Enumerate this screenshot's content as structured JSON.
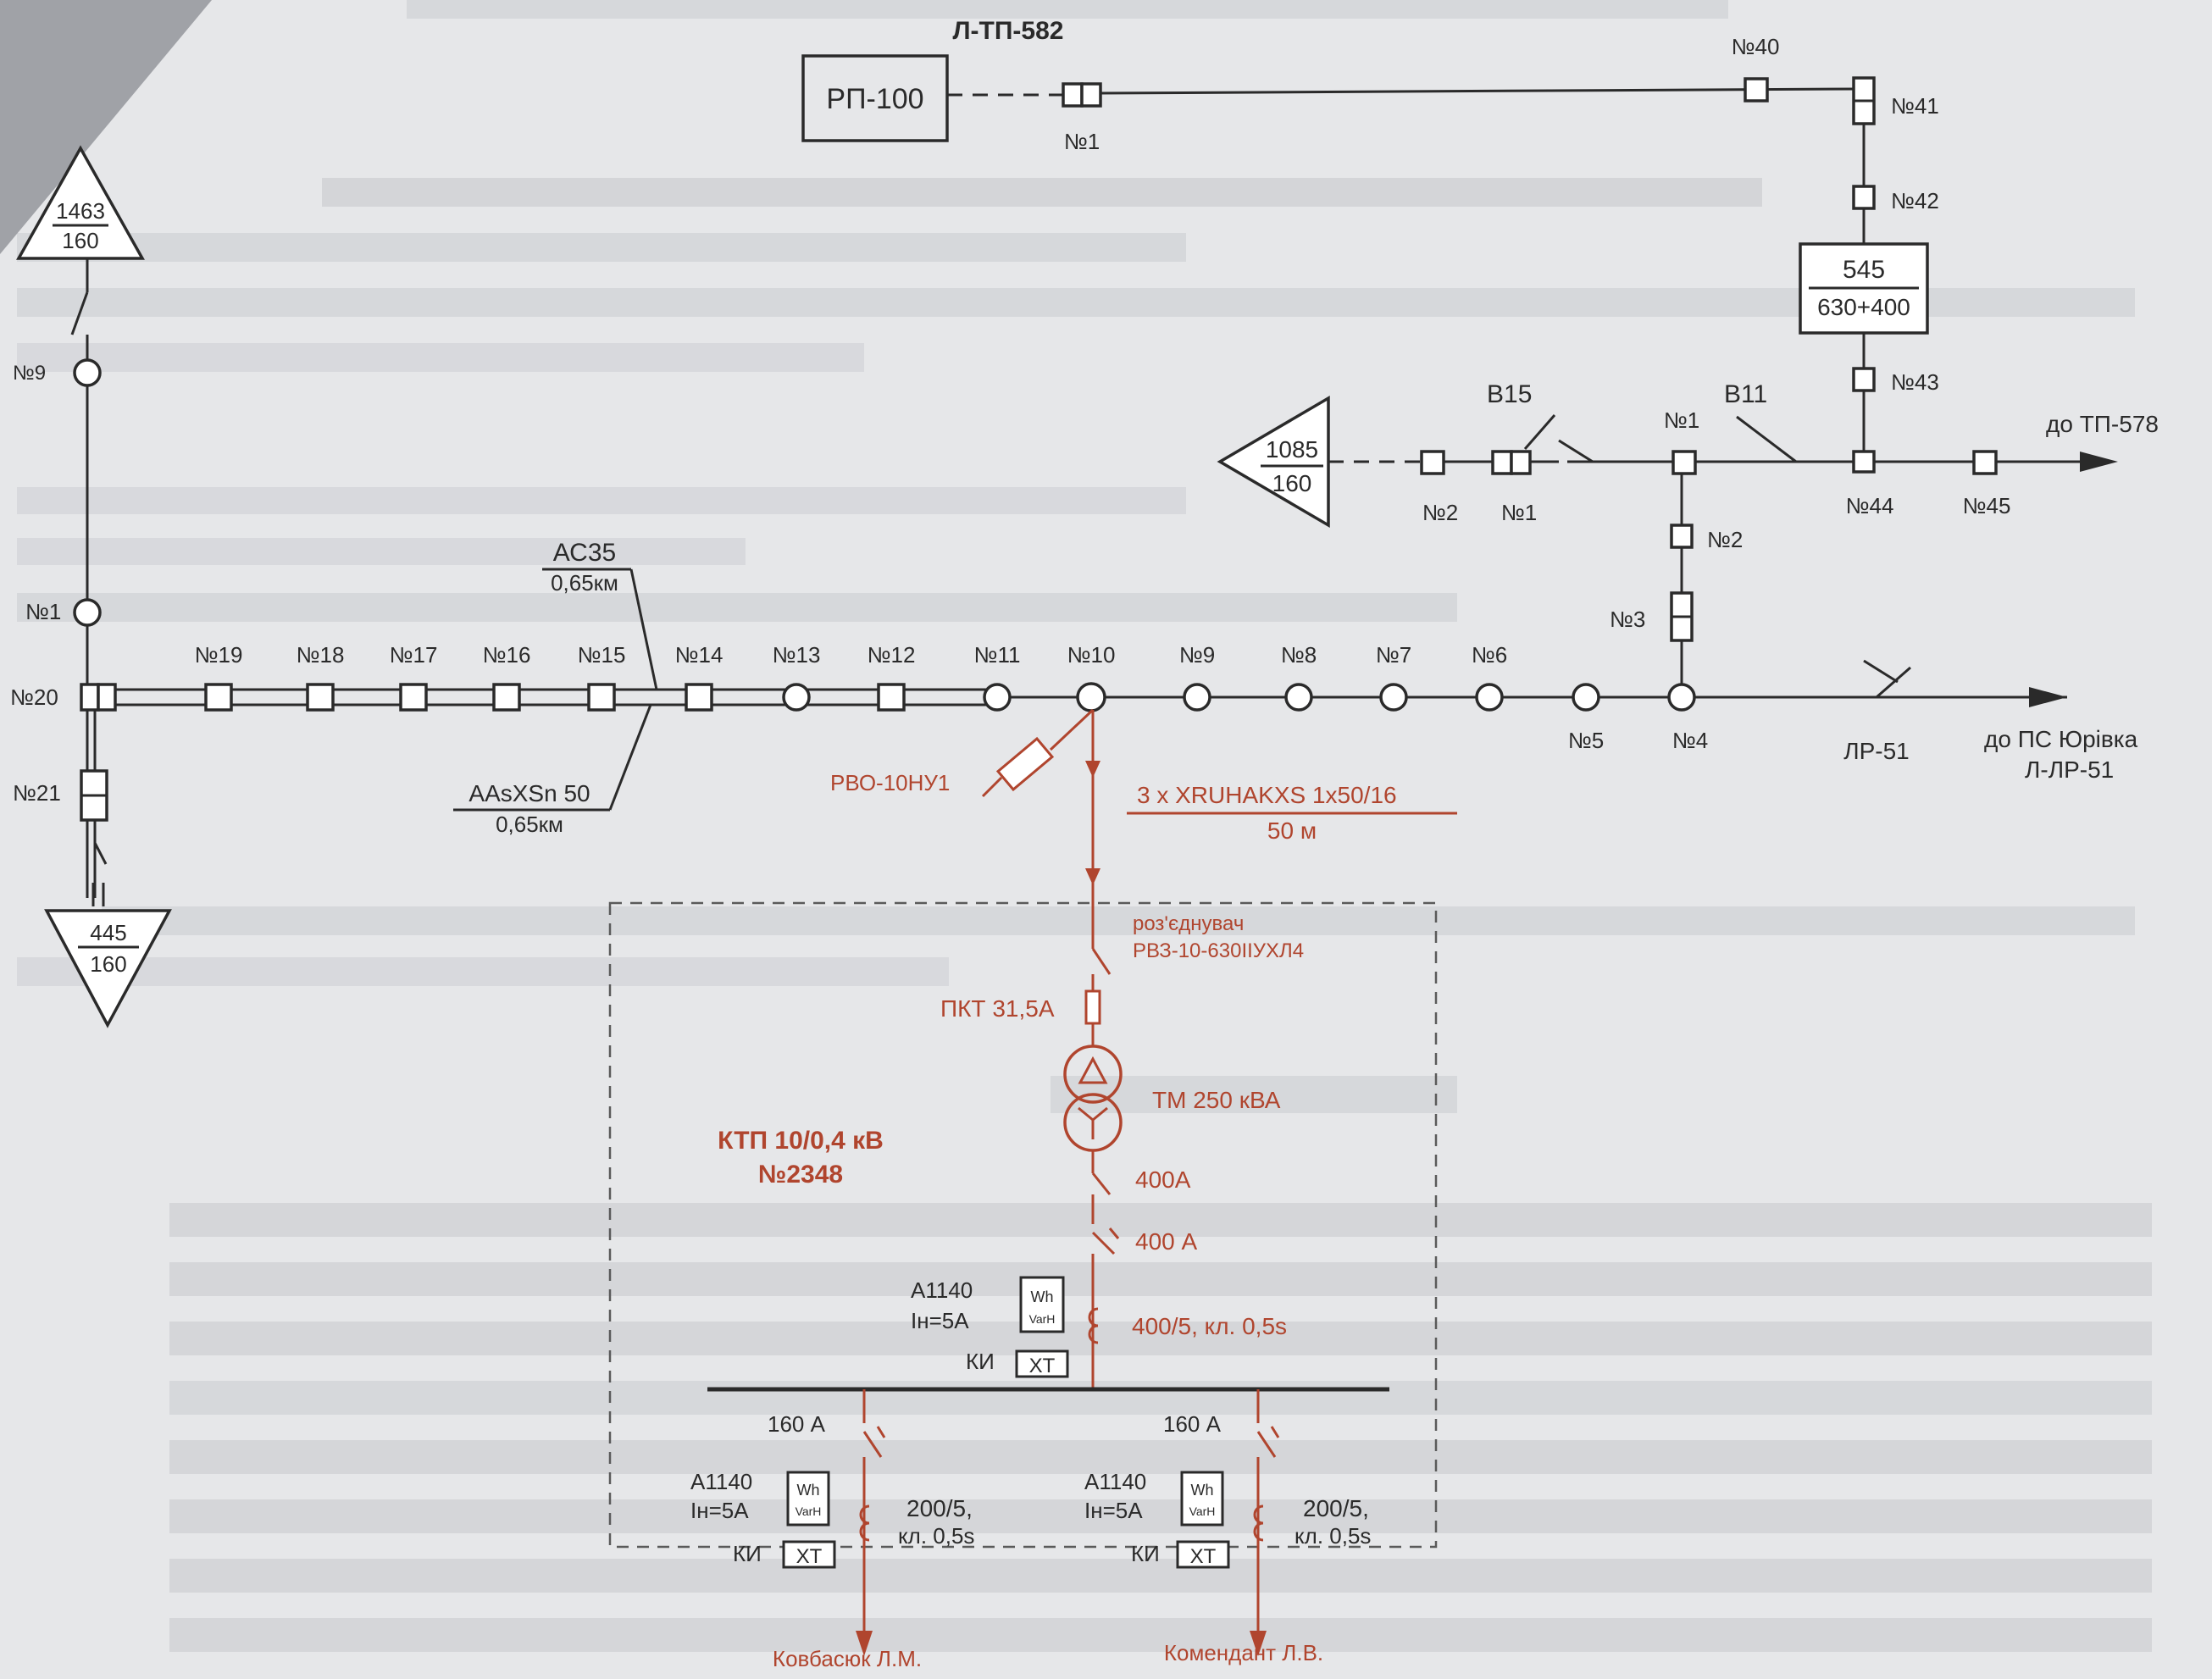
{
  "colors": {
    "ink": "#2a2a2a",
    "red": "#b0452e",
    "paper": "#e6e7e9",
    "ghost": "#c4c6ca"
  },
  "top": {
    "rp": "РП-100",
    "line_name": "Л-ТП-582",
    "n1": "№1",
    "n40": "№40",
    "n41": "№41",
    "n42": "№42",
    "tp_num": "545",
    "tp_kva": "630+400",
    "n43": "№43",
    "b11": "В11",
    "b15": "В15",
    "n1b": "№1",
    "n44": "№44",
    "n45": "№45",
    "to_tp": "до ТП-578",
    "tri_num": "1085",
    "tri_kva": "160",
    "n2_left": "№2",
    "n1_left": "№1",
    "n2": "№2",
    "n3": "№3"
  },
  "left": {
    "tri_top_num": "1463",
    "tri_top_kva": "160",
    "n9": "№9",
    "n1": "№1",
    "n20": "№20",
    "n21": "№21",
    "tri_bot_num": "445",
    "tri_bot_kva": "160"
  },
  "main": {
    "poles": [
      "№19",
      "№18",
      "№17",
      "№16",
      "№15",
      "№14",
      "№13",
      "№12",
      "№11",
      "№10",
      "№9",
      "№8",
      "№7",
      "№6"
    ],
    "n5": "№5",
    "n4": "№4",
    "ac_wire": "АС35",
    "ac_len": "0,65км",
    "aas_wire": "AAsXSn 50",
    "aas_len": "0,65км",
    "lr": "ЛР-51",
    "to_ps_1": "до ПС Юрівка",
    "to_ps_2": "Л-ЛР-51"
  },
  "ktp": {
    "rvo": "РВО-10НУ1",
    "cable": "3 x XRUHAKXS 1x50/16",
    "cable_len": "50 м",
    "disc_1": "роз'єднувач",
    "disc_2": "РВЗ-10-630ІІУХЛ4",
    "pkt": "ПКТ 31,5А",
    "tm": "ТМ 250 кВА",
    "title_1": "КТП 10/0,4 кВ",
    "title_2": "№2348",
    "i400a": "400А",
    "i400b": "400 А",
    "meter": "А1140",
    "in5": "Iн=5А",
    "ct_main": "400/5,  кл. 0,5s",
    "ki": "КИ",
    "xt": "ХТ",
    "wh": "Wh",
    "varh": "VarH",
    "f1_amp": "160 А",
    "f2_amp": "160 А",
    "ct_f": "200/5,",
    "ct_f2": "кл. 0,5s",
    "cons1": "Ковбасюк Л.М.",
    "cons2": "Комендант Л.В."
  }
}
